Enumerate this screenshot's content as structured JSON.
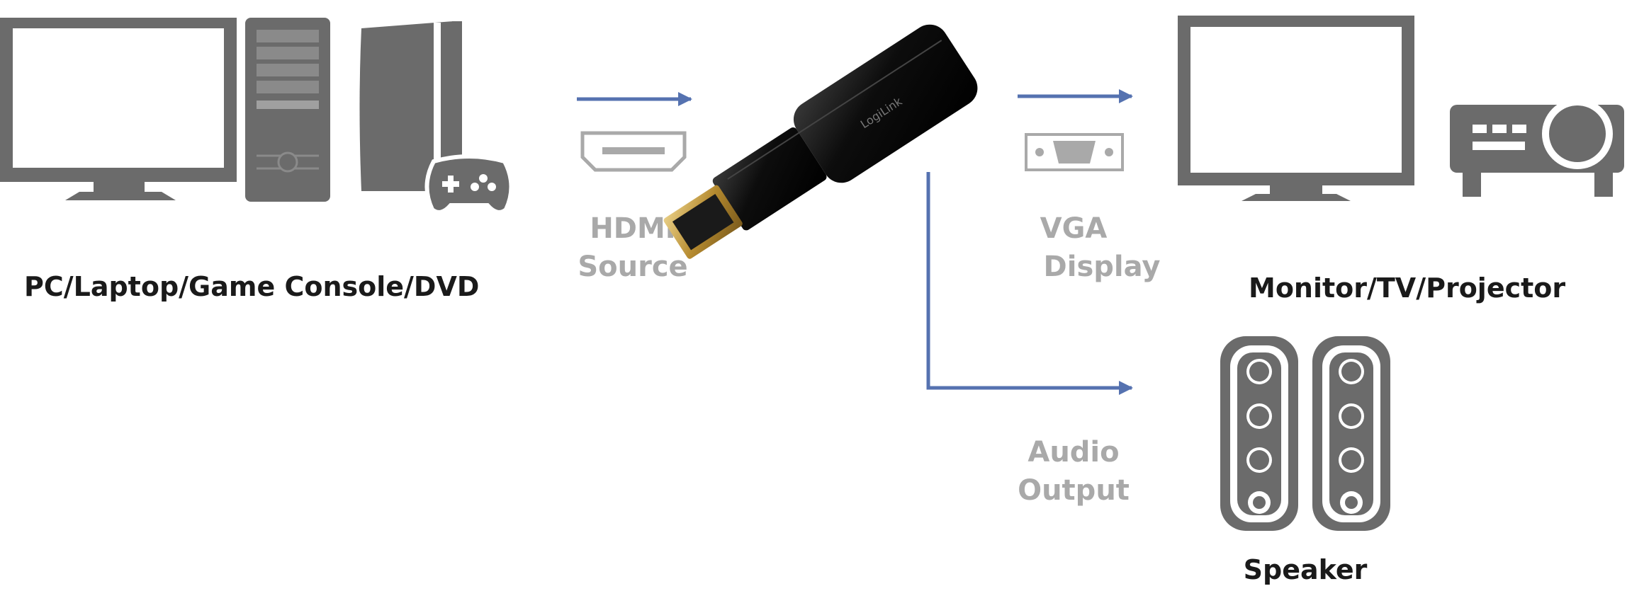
{
  "labels": {
    "source_devices": "PC/Laptop/Game Console/DVD",
    "hdmi_line1": "HDMI",
    "hdmi_line2": "Source",
    "vga_line1": "VGA",
    "vga_line2": "Display",
    "audio_line1": "Audio",
    "audio_line2": "Output",
    "display_devices": "Monitor/TV/Projector",
    "speaker": "Speaker"
  },
  "colors": {
    "arrow": "#5572b0",
    "device_grey": "#6b6b6b",
    "label_grey": "#a9a9a9",
    "label_dark": "#1a1a1a",
    "adapter_body": "#111111",
    "hdmi_plug": "#c8a24a"
  },
  "icons": [
    "monitor-icon",
    "pc-tower-icon",
    "game-console-icon",
    "gamepad-icon",
    "hdmi-port-icon",
    "hdmi-vga-adapter",
    "vga-port-icon",
    "tv-icon",
    "projector-icon",
    "speaker-icon"
  ]
}
